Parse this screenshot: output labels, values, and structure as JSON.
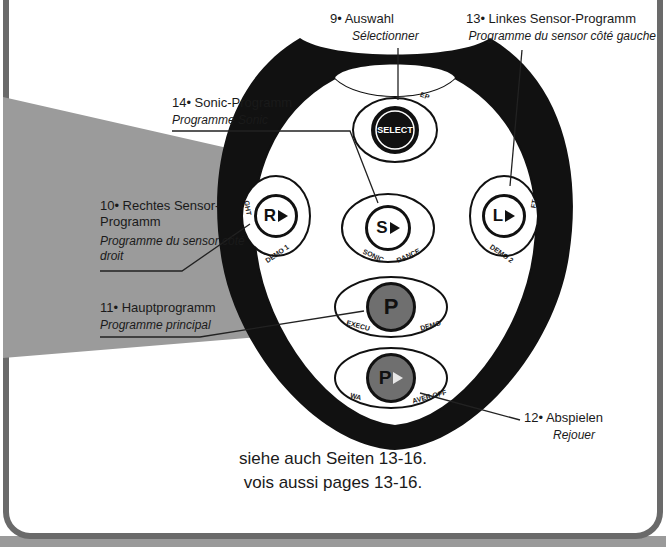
{
  "diagram": {
    "nodes": [
      {
        "text": [
          "SELECT"
        ]
      },
      {
        "text": [
          "R"
        ]
      },
      {
        "text": [
          "S"
        ]
      },
      {
        "text": [
          "L"
        ]
      },
      {
        "text": [
          "P"
        ]
      },
      {
        "text": [
          "P"
        ]
      }
    ],
    "labels": [
      "9• Auswahl",
      "Sélectionner",
      "13• Linkes Sensor-Programm",
      "Programme du sensor côté gauche",
      "14• Sonic-Programm",
      "Programme Sonic",
      "10• Rechtes Sensor-Programm",
      "Programme du sensor côté droit",
      "11• Hauptprogramm",
      "Programme principal",
      "12• Abspielen",
      "Rejouer",
      "siehe auch Seiten 13-16.",
      "vois aussi pages 13-16.",
      "EP",
      "GHT",
      "SONIC",
      "DANCE",
      "FT",
      "DEMO 1",
      "DEMO 2",
      "EXECU",
      "DEMO",
      "WA",
      "AVER OFF"
    ]
  }
}
